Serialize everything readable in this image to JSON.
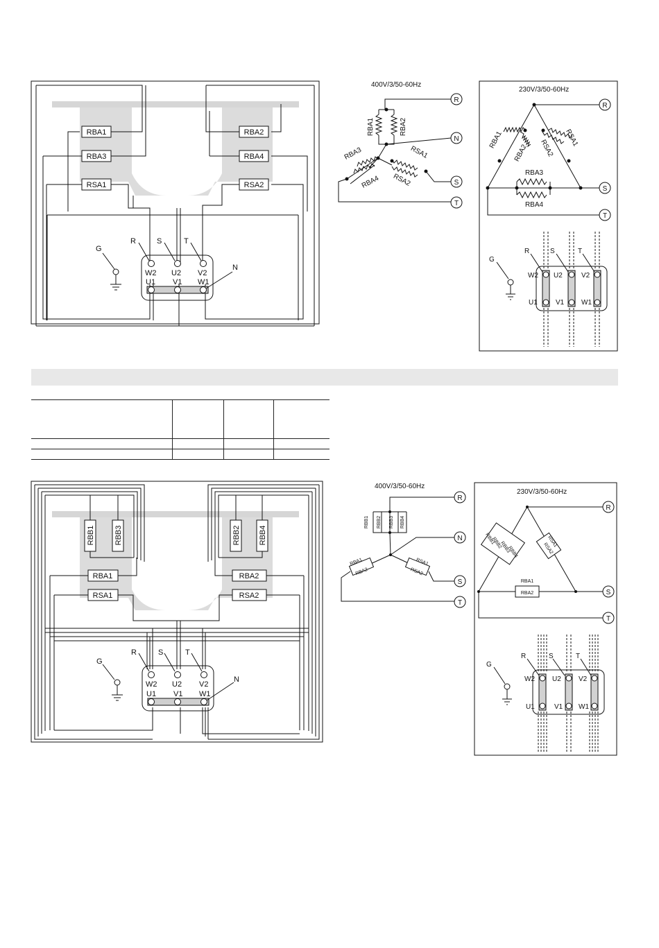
{
  "diagram1": {
    "heater_labels": [
      "RBA1",
      "RBA3",
      "RSA1",
      "RBA2",
      "RBA4",
      "RSA2"
    ],
    "ground": "G",
    "neutral": "N",
    "phases": [
      "R",
      "S",
      "T"
    ],
    "terminals_top": [
      "W2",
      "U2",
      "V2"
    ],
    "terminals_bottom": [
      "U1",
      "V1",
      "W1"
    ]
  },
  "schematic1_400": {
    "title": "400V/3/50-60Hz",
    "res": [
      "RBA1",
      "RBA2",
      "RBA3",
      "RBA4",
      "RSA1",
      "RSA2"
    ],
    "nodes": [
      "R",
      "N",
      "S",
      "T"
    ]
  },
  "panel1_230": {
    "title": "230V/3/50-60Hz",
    "res": [
      "RBA1",
      "RBA2",
      "RSA1",
      "RSA2",
      "RBA3",
      "RBA4"
    ],
    "nodes": [
      "R",
      "S",
      "T"
    ],
    "ground": "G",
    "phases": [
      "R",
      "S",
      "T"
    ],
    "terminals_top": [
      "W2",
      "U2",
      "V2"
    ],
    "terminals_bottom": [
      "U1",
      "V1",
      "W1"
    ]
  },
  "diagram2": {
    "heater_labels": [
      "RBB1",
      "RBB3",
      "RBB2",
      "RBB4",
      "RBA1",
      "RSA1",
      "RBA2",
      "RSA2"
    ],
    "ground": "G",
    "neutral": "N",
    "phases": [
      "R",
      "S",
      "T"
    ],
    "terminals_top": [
      "W2",
      "U2",
      "V2"
    ],
    "terminals_bottom": [
      "U1",
      "V1",
      "W1"
    ]
  },
  "schematic2_400": {
    "title": "400V/3/50-60Hz",
    "res": [
      "RBB1",
      "RBB2",
      "RBB3",
      "RBB4",
      "RBA1",
      "RBA2",
      "RSA1",
      "RSA2"
    ],
    "nodes": [
      "R",
      "N",
      "S",
      "T"
    ]
  },
  "panel2_230": {
    "title": "230V/3/50-60Hz",
    "res": [
      "RBB1",
      "RBB2",
      "RBB3",
      "RBB4",
      "RSA1",
      "RSA2",
      "RBA1",
      "RBA2"
    ],
    "nodes": [
      "R",
      "S",
      "T"
    ],
    "ground": "G",
    "phases": [
      "R",
      "S",
      "T"
    ],
    "terminals_top": [
      "W2",
      "U2",
      "V2"
    ],
    "terminals_bottom": [
      "U1",
      "V1",
      "W1"
    ]
  }
}
